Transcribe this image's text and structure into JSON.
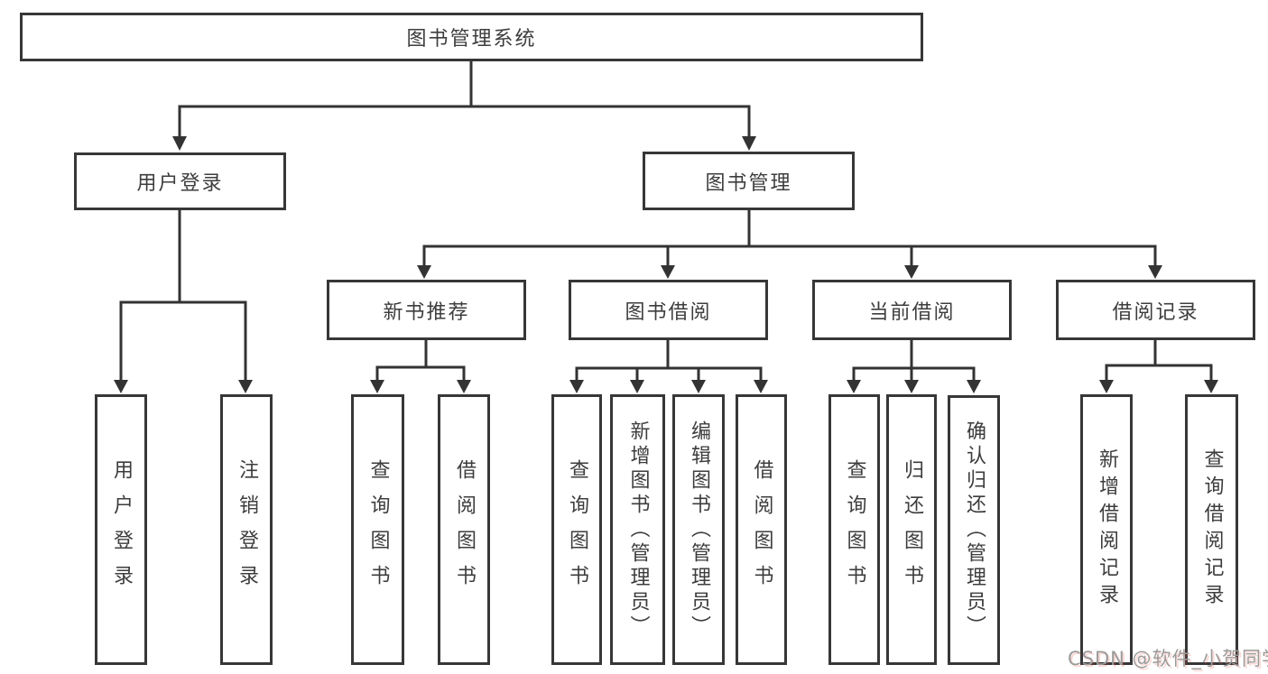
{
  "diagram_title": "图书管理系统",
  "colors": {
    "line": "#333333",
    "box_border": "#373737",
    "text": "#3d3d3d",
    "watermark": "#9b9b9b",
    "background": "#ffffff"
  },
  "tree": {
    "root": {
      "label": "图书管理系统",
      "children": [
        {
          "label": "用户登录",
          "children": [
            {
              "label": "用户登录"
            },
            {
              "label": "注销登录"
            }
          ]
        },
        {
          "label": "图书管理",
          "children": [
            {
              "label": "新书推荐",
              "children": [
                {
                  "label": "查询图书"
                },
                {
                  "label": "借阅图书"
                }
              ]
            },
            {
              "label": "图书借阅",
              "children": [
                {
                  "label": "查询图书"
                },
                {
                  "label": "新增图书（管理员）"
                },
                {
                  "label": "编辑图书（管理员）"
                },
                {
                  "label": "借阅图书"
                }
              ]
            },
            {
              "label": "当前借阅",
              "children": [
                {
                  "label": "查询图书"
                },
                {
                  "label": "归还图书"
                },
                {
                  "label": "确认归还（管理员）"
                }
              ]
            },
            {
              "label": "借阅记录",
              "children": [
                {
                  "label": "新增借阅记录"
                },
                {
                  "label": "查询借阅记录"
                }
              ]
            }
          ]
        }
      ]
    }
  },
  "watermark": {
    "text": "CSDN @软件_小贺同学"
  }
}
